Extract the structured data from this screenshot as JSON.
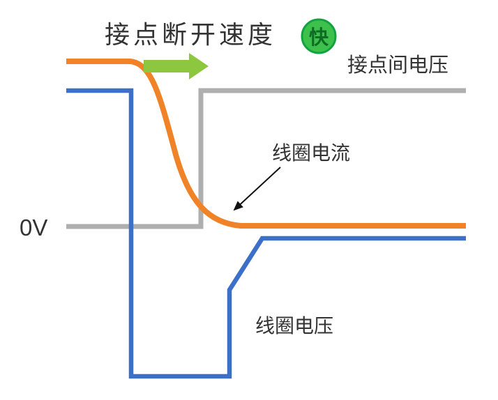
{
  "diagram": {
    "title": "接点断开速度",
    "badge": "快",
    "labels": {
      "contact_voltage": "接点间电压",
      "coil_current": "线圈电流",
      "coil_voltage": "线圈电压",
      "zero_level": "0V"
    },
    "colors": {
      "coil_current": "#F08327",
      "coil_voltage": "#3B6FC8",
      "contact_voltage": "#AFAFAF",
      "speed_arrow": "#8DC63F",
      "badge_fill": "#3EC04C",
      "badge_border": "#12A341",
      "badge_text": "#0D6B24",
      "label_text": "#333333",
      "annotation_arrow": "#111111",
      "background": "#FFFFFF"
    }
  }
}
